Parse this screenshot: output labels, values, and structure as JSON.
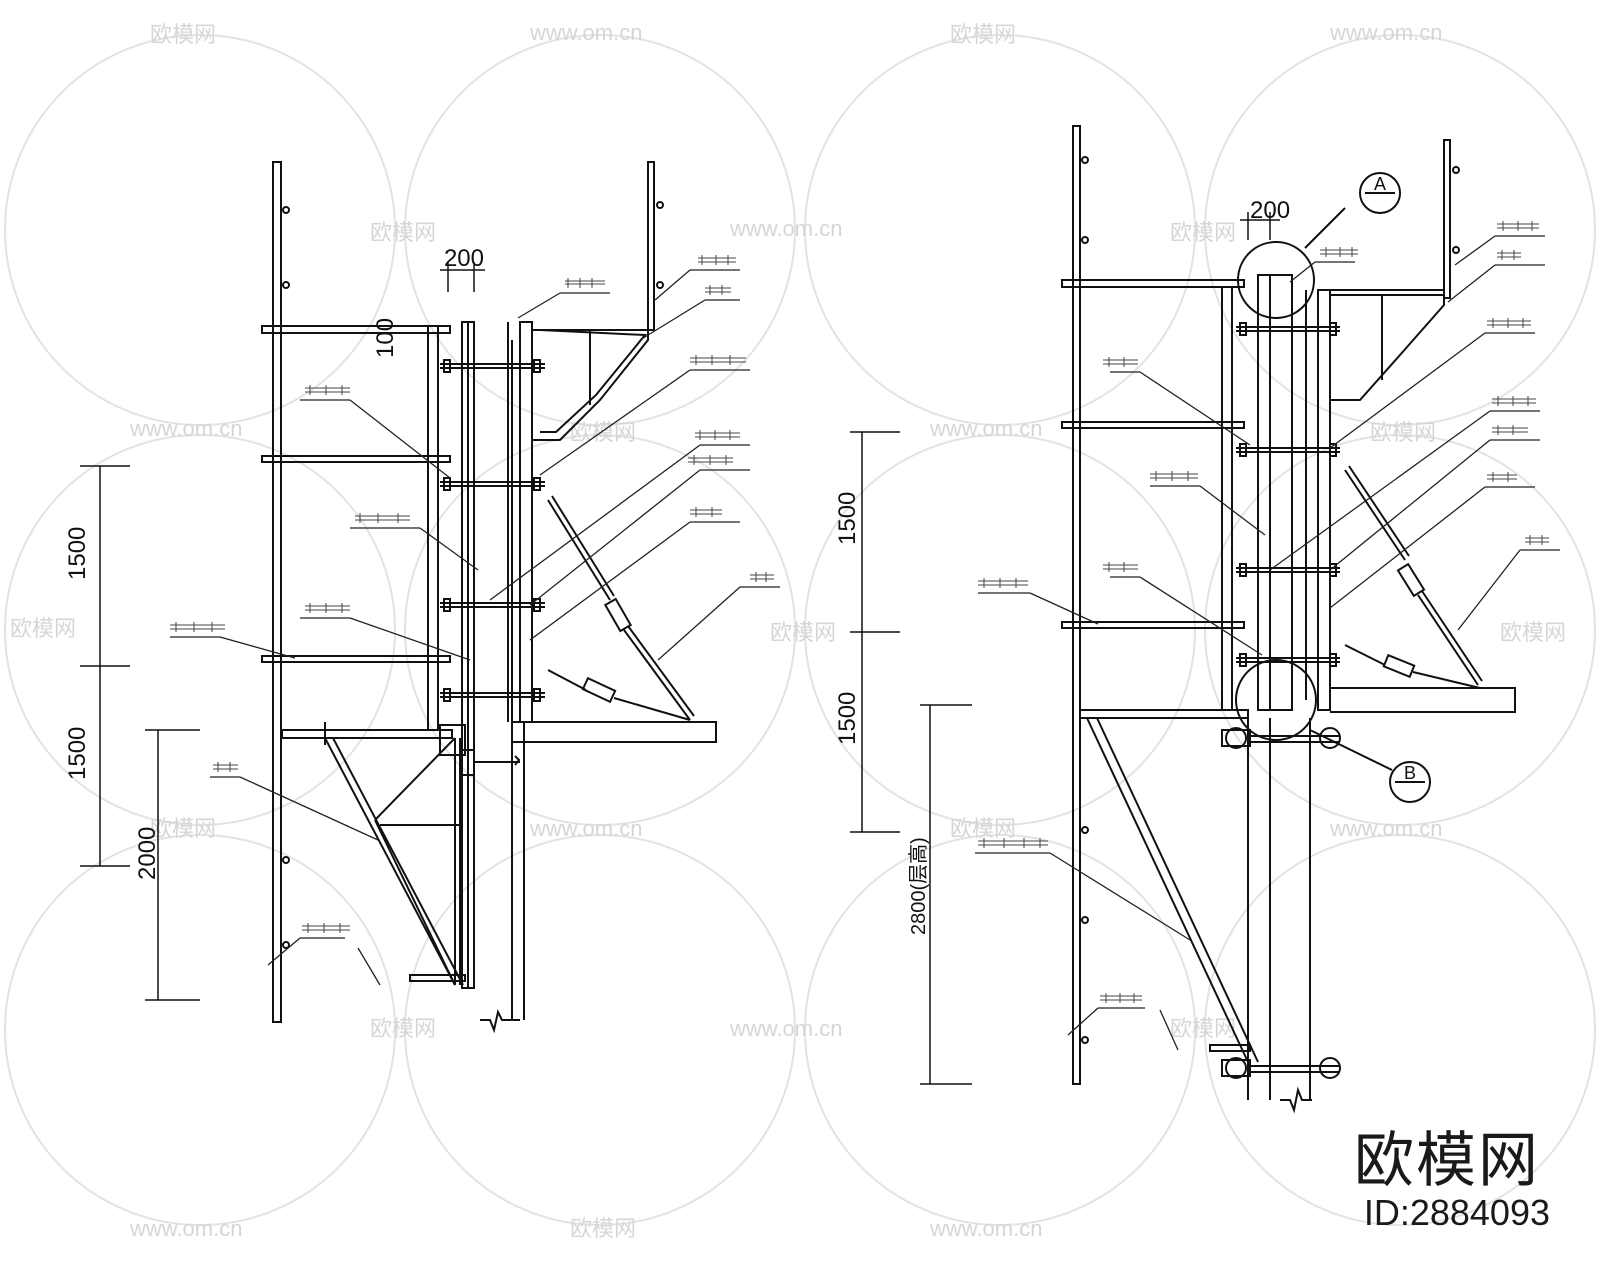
{
  "dimensions": {
    "d_200": "200",
    "d_100": "100",
    "d_1500": "1500",
    "d_2000": "2000",
    "d_2800": "2800(层高)"
  },
  "callouts": {
    "a": "A",
    "b": "B"
  },
  "watermark": {
    "logo": "欧模网",
    "id": "ID:2884093",
    "site": "www.om.cn"
  },
  "colors": {
    "line": "#111111",
    "watermark": "#d9d9d9"
  }
}
